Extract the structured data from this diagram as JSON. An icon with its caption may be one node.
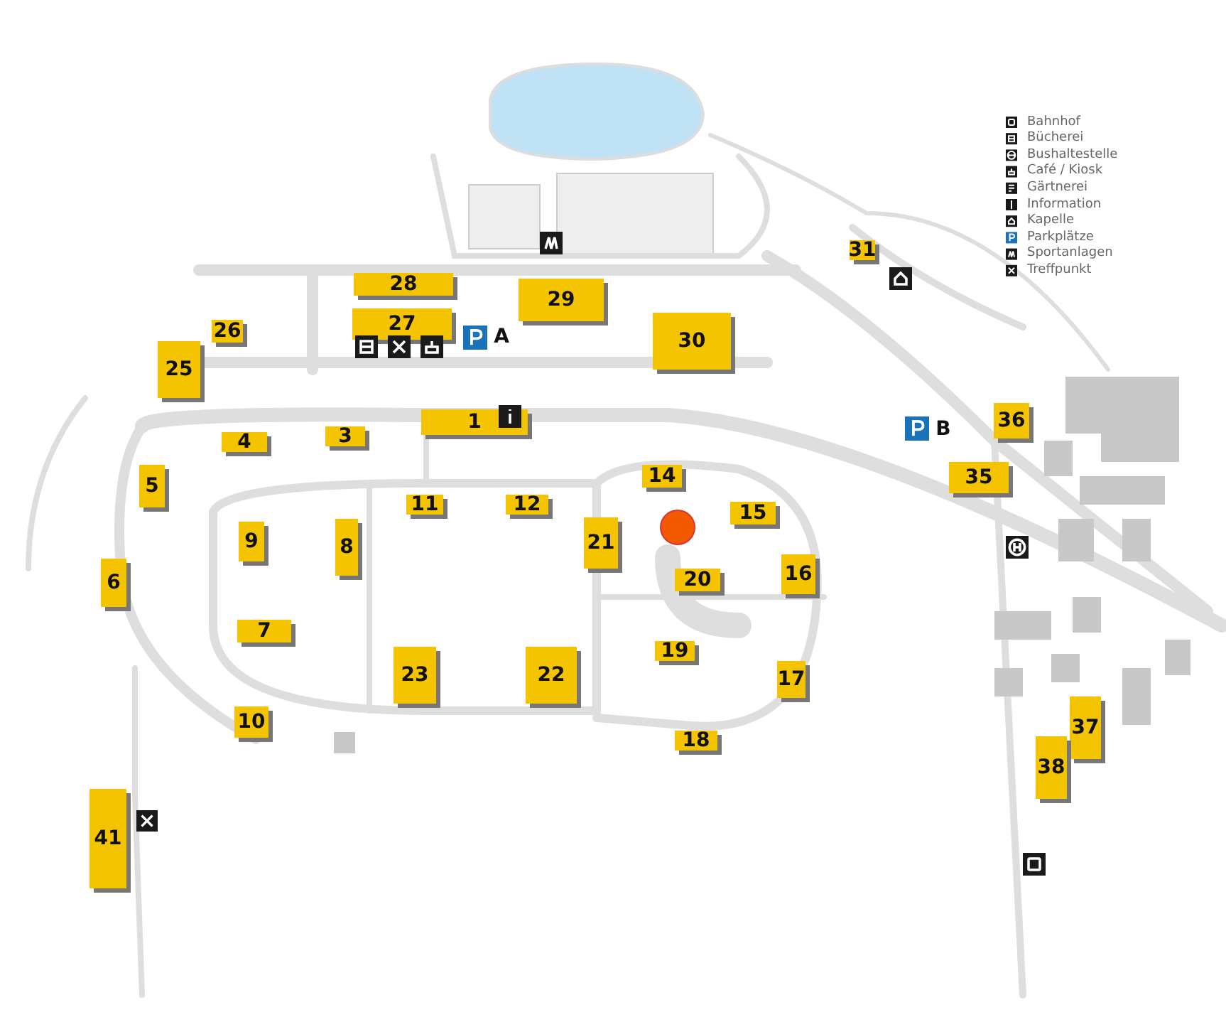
{
  "diagram": {
    "labels": [
      "31",
      "28",
      "29",
      "27",
      "26",
      "25",
      "A",
      "30",
      "1",
      "4",
      "3",
      "B",
      "36",
      "14",
      "5",
      "11",
      "12",
      "35",
      "15",
      "9",
      "8",
      "21",
      "20",
      "16",
      "6",
      "7",
      "19",
      "23",
      "22",
      "17",
      "10",
      "18",
      "37",
      "38",
      "41"
    ],
    "legend": [
      {
        "text": "Bahnhof"
      },
      {
        "text": "Bücherei"
      },
      {
        "text": "Bushaltestelle"
      },
      {
        "text": "Café / Kiosk"
      },
      {
        "text": "Gärtnerei"
      },
      {
        "text": "Information"
      },
      {
        "text": "Kapelle"
      },
      {
        "text": "Parkplätze"
      },
      {
        "text": "Sportanlagen"
      },
      {
        "text": "Treffpunkt"
      }
    ]
  }
}
